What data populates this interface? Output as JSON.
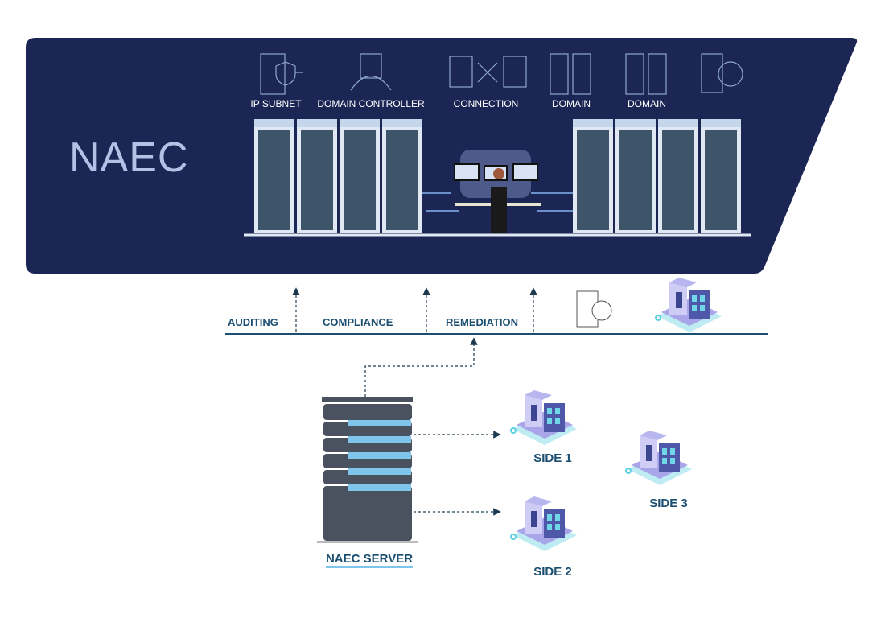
{
  "brand": {
    "title": "NAEC"
  },
  "top_icons": [
    {
      "label": "IP SUBNET",
      "icon": "shield-server-icon"
    },
    {
      "label": "DOMAIN CONTROLLER",
      "icon": "network-server-icon"
    },
    {
      "label": "CONNECTION",
      "icon": "server-exchange-icon"
    },
    {
      "label": "DOMAIN",
      "icon": "domain-server-icon"
    },
    {
      "label": "DOMAIN",
      "icon": "domain-server-icon"
    },
    {
      "label": "",
      "icon": "share-server-icon"
    }
  ],
  "timeline": {
    "items": [
      "AUDITING",
      "COMPLIANCE",
      "REMEDIATION"
    ]
  },
  "server": {
    "label": "NAEC SERVER"
  },
  "sides": [
    "SIDE 1",
    "SIDE 2",
    "SIDE 3"
  ],
  "colors": {
    "panel": "#1c2654",
    "accent": "#1b4f72",
    "server": "#4a5260",
    "stripe": "#7fc4ea"
  }
}
